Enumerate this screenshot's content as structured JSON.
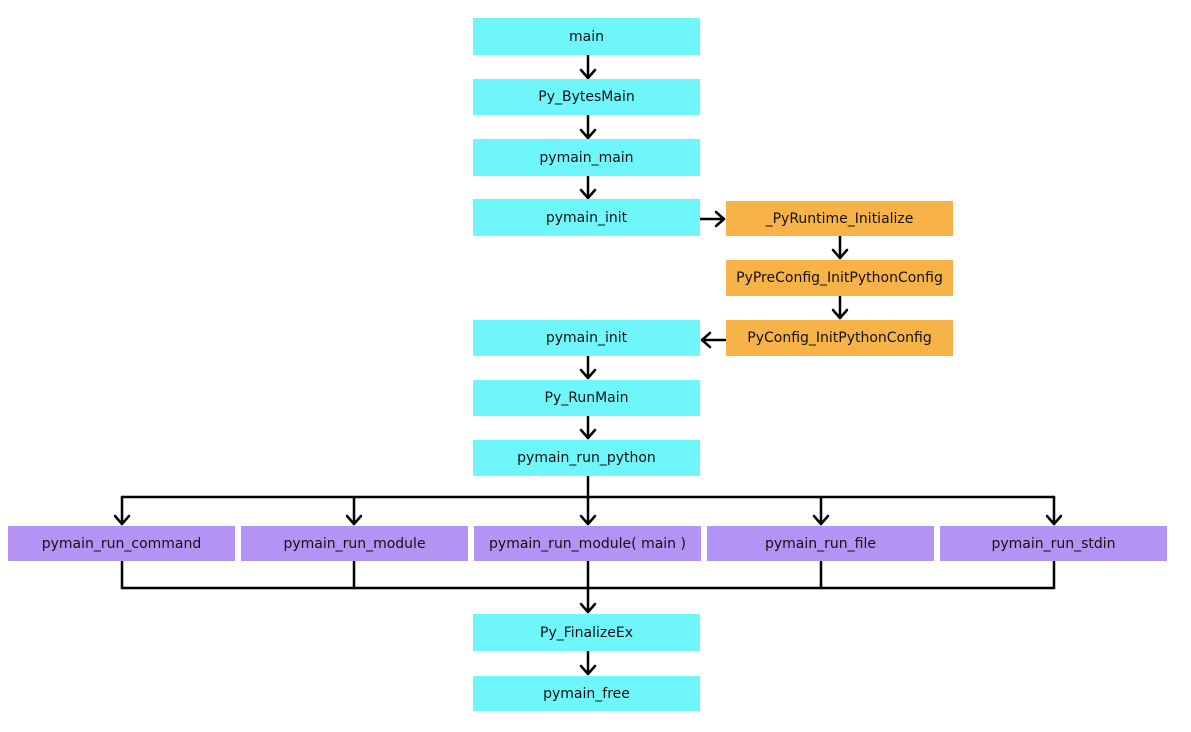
{
  "colors": {
    "core": "#6ff6fb",
    "init": "#f7b348",
    "run": "#b394f5",
    "line": "#000000"
  },
  "nodes": {
    "main": "main",
    "py_bytesmain": "Py_BytesMain",
    "pymain_main": "pymain_main",
    "pymain_init_1": "pymain_init",
    "pyruntime_initialize": "_PyRuntime_Initialize",
    "pypreconfig": "PyPreConfig_InitPythonConfig",
    "pyconfig": "PyConfig_InitPythonConfig",
    "pymain_init_2": "pymain_init",
    "py_runmain": "Py_RunMain",
    "pymain_run_python": "pymain_run_python",
    "run_command": "pymain_run_command",
    "run_module": "pymain_run_module",
    "run_module_main": "pymain_run_module( main )",
    "run_file": "pymain_run_file",
    "run_stdin": "pymain_run_stdin",
    "py_finalizeex": "Py_FinalizeEx",
    "pymain_free": "pymain_free"
  }
}
